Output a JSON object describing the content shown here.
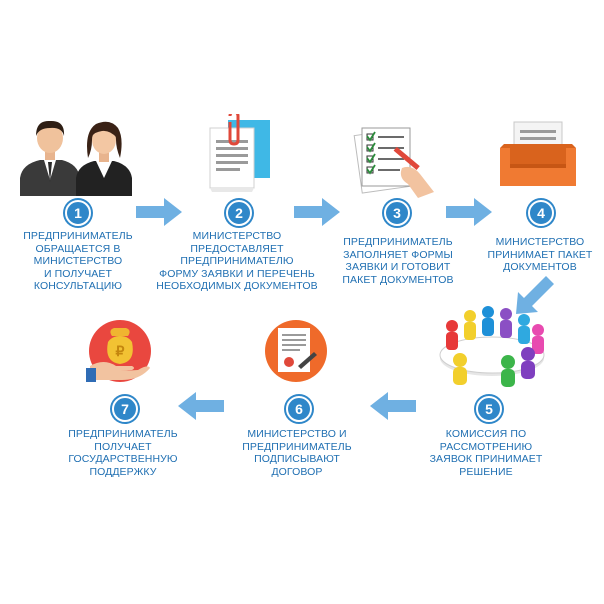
{
  "colors": {
    "text": "#1f6fb2",
    "circle": "#2f87c9",
    "arrow": "#6fb0e2"
  },
  "steps": [
    {
      "number": "1",
      "icon": "entrepreneurs-icon",
      "lines": [
        "ПРЕДПРИНИМАТЕЛЬ",
        "ОБРАЩАЕТСЯ В",
        "МИНИСТЕРСТВО",
        "И ПОЛУЧАЕТ",
        "КОНСУЛЬТАЦИЮ"
      ]
    },
    {
      "number": "2",
      "icon": "documents-icon",
      "lines": [
        "МИНИСТЕРСТВО",
        "ПРЕДОСТАВЛЯЕТ",
        "ПРЕДПРИНИМАТЕЛЮ",
        "ФОРМУ ЗАЯВКИ И ПЕРЕЧЕНЬ",
        "НЕОБХОДИМЫХ ДОКУМЕНТОВ"
      ]
    },
    {
      "number": "3",
      "icon": "checklist-icon",
      "lines": [
        "ПРЕДПРИНИМАТЕЛЬ",
        "ЗАПОЛНЯЕТ ФОРМЫ",
        "ЗАЯВКИ И ГОТОВИТ",
        "ПАКЕТ ДОКУМЕНТОВ"
      ]
    },
    {
      "number": "4",
      "icon": "inbox-tray-icon",
      "lines": [
        "МИНИСТЕРСТВО",
        "ПРИНИМАЕТ ПАКЕТ",
        "ДОКУМЕНТОВ"
      ]
    },
    {
      "number": "5",
      "icon": "commission-meeting-icon",
      "lines": [
        "КОМИССИЯ ПО",
        "РАССМОТРЕНИЮ",
        "ЗАЯВОК ПРИНИМАЕТ",
        "РЕШЕНИЕ"
      ]
    },
    {
      "number": "6",
      "icon": "contract-icon",
      "lines": [
        "МИНИСТЕРСТВО И",
        "ПРЕДПРИНИМАТЕЛЬ",
        "ПОДПИСЫВАЮТ",
        "ДОГОВОР"
      ]
    },
    {
      "number": "7",
      "icon": "money-bag-hand-icon",
      "lines": [
        "ПРЕДПРИНИМАТЕЛЬ",
        "ПОЛУЧАЕТ",
        "ГОСУДАРСТВЕННУЮ",
        "ПОДДЕРЖКУ"
      ]
    }
  ]
}
